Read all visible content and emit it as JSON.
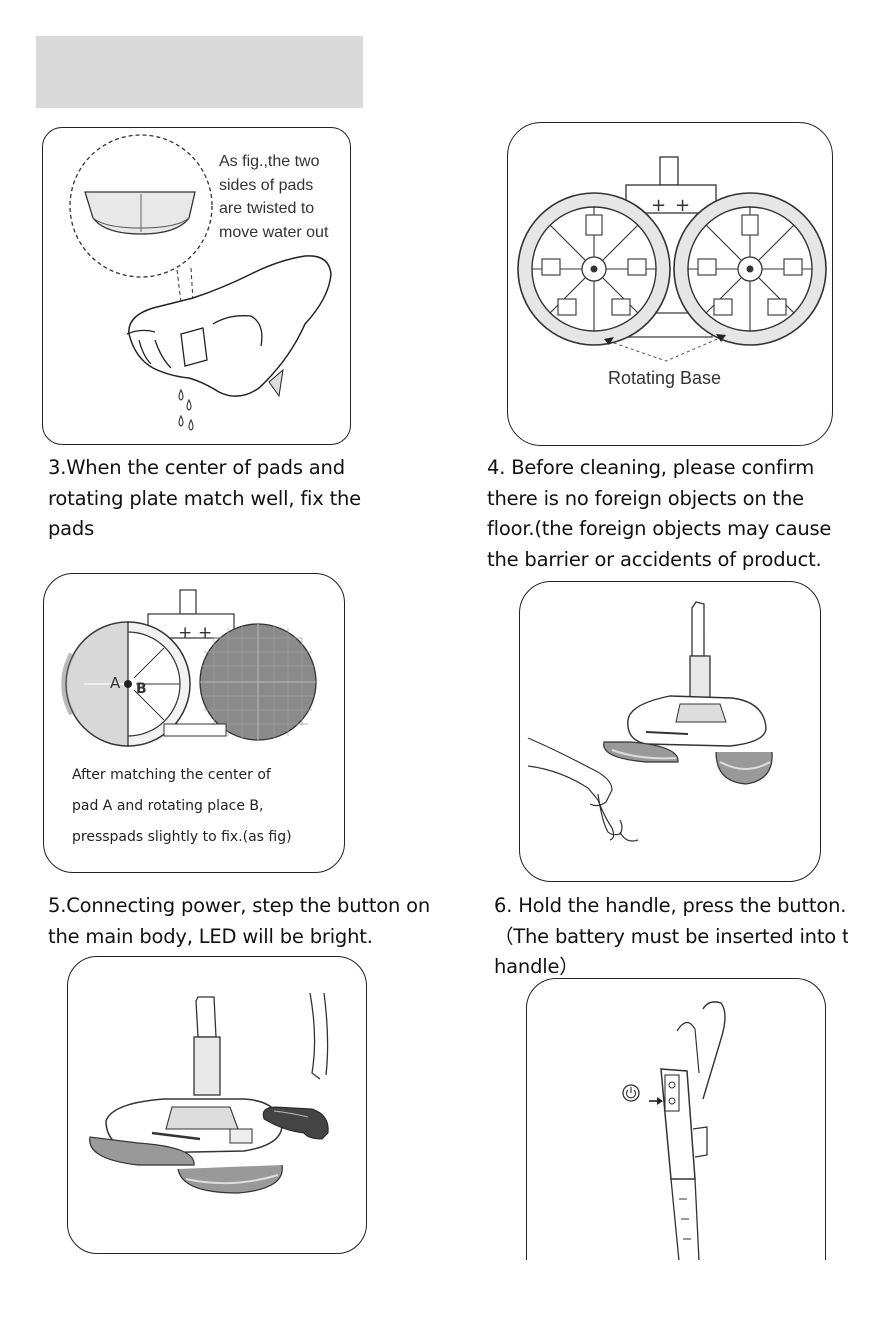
{
  "header": {
    "title": ""
  },
  "figures": {
    "pad_twist": {
      "callout": "As fig.,the two\nsides of pads\nare twisted to\nmove water out"
    },
    "rotating_base": {
      "label": "Rotating Base"
    },
    "pad_match": {
      "label_a": "A",
      "label_b": "B",
      "caption_lines": [
        "After matching the center of",
        "pad A and rotating place B,",
        "presspads slightly to fix.(as fig)"
      ]
    }
  },
  "steps": {
    "step3": "3.When the center of pads and\nrotating plate match well, fix the\npads",
    "step4": "4. Before cleaning, please confirm\nthere is no foreign objects on the\nfloor.(the foreign objects may cause\nthe barrier or accidents of product.",
    "step5": "5.Connecting power, step the button on\nthe main body, LED will be bright.",
    "step6": "6. Hold the handle, press the button.\n（The battery must be inserted into tl\nhandle）"
  },
  "colors": {
    "ink": "#222222",
    "header_bar": "#d9d9d9",
    "pad_fill": "#8a8a8a"
  },
  "icons": [
    "power-icon",
    "arrow-icon",
    "water-drop-icon"
  ]
}
